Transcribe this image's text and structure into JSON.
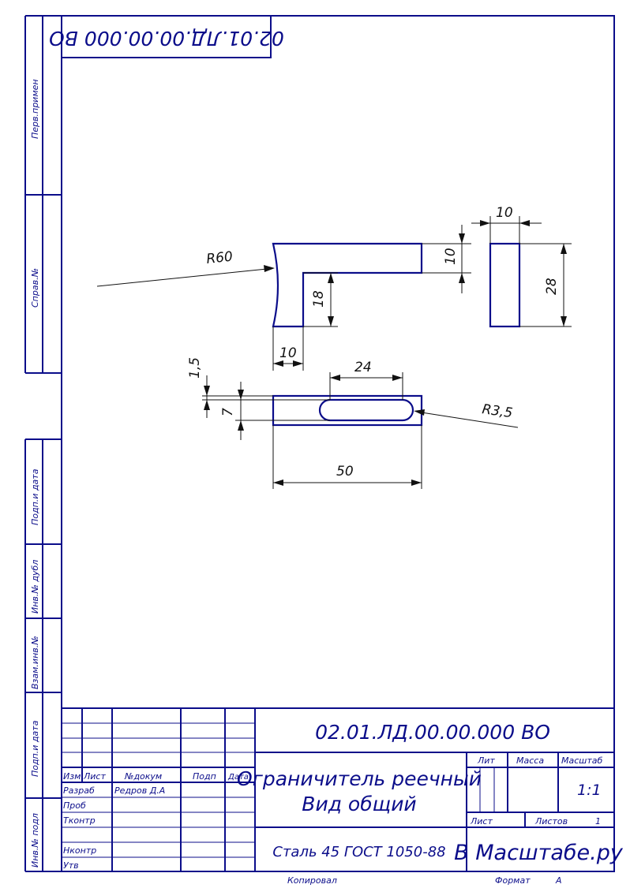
{
  "document": {
    "designation": "02.01.ЛД.00.00.000 ВО",
    "designation_corner": "02.01.ЛД.00.00.000 ВО",
    "name_line1": "Ограничитель реечный",
    "name_line2": "Вид общий",
    "material": "Сталь 45 ГОСТ 1050-88",
    "organization": "В Масштабе.ру",
    "scale_value": "1:1",
    "sheets_total": "1",
    "copied_label": "Копировал",
    "format_label": "Формат",
    "format_value": "А"
  },
  "title_block": {
    "col_headers": [
      "Изм",
      "Лист",
      "№докум",
      "Подп",
      "Дата"
    ],
    "lit_label": "Лит",
    "mass_label": "Масса",
    "scale_label": "Масштаб",
    "sheet_label": "Лист",
    "sheets_label": "Листов",
    "roles": {
      "developer": "Разраб",
      "checker": "Проб",
      "tcontrol": "Тконтр",
      "ncontrol": "Нконтр",
      "approved": "Утв"
    },
    "developer_name": "Редров Д.А"
  },
  "side_strip": {
    "labels": [
      "Перв.примен",
      "Справ.№",
      "Подп.и дата",
      "Инв.№ дубл",
      "Взам.инв.№",
      "Подп.и дата",
      "Инв.№ подл"
    ]
  },
  "dimensions": {
    "radius_big": "R60",
    "radius_slot": "R3,5",
    "top_thickness": "10",
    "leg_height": "18",
    "leg_width": "10",
    "side_width": "10",
    "side_height": "28",
    "slot_length": "24",
    "slot_offset": "1,5",
    "slot_width": "7",
    "overall_length": "50"
  }
}
